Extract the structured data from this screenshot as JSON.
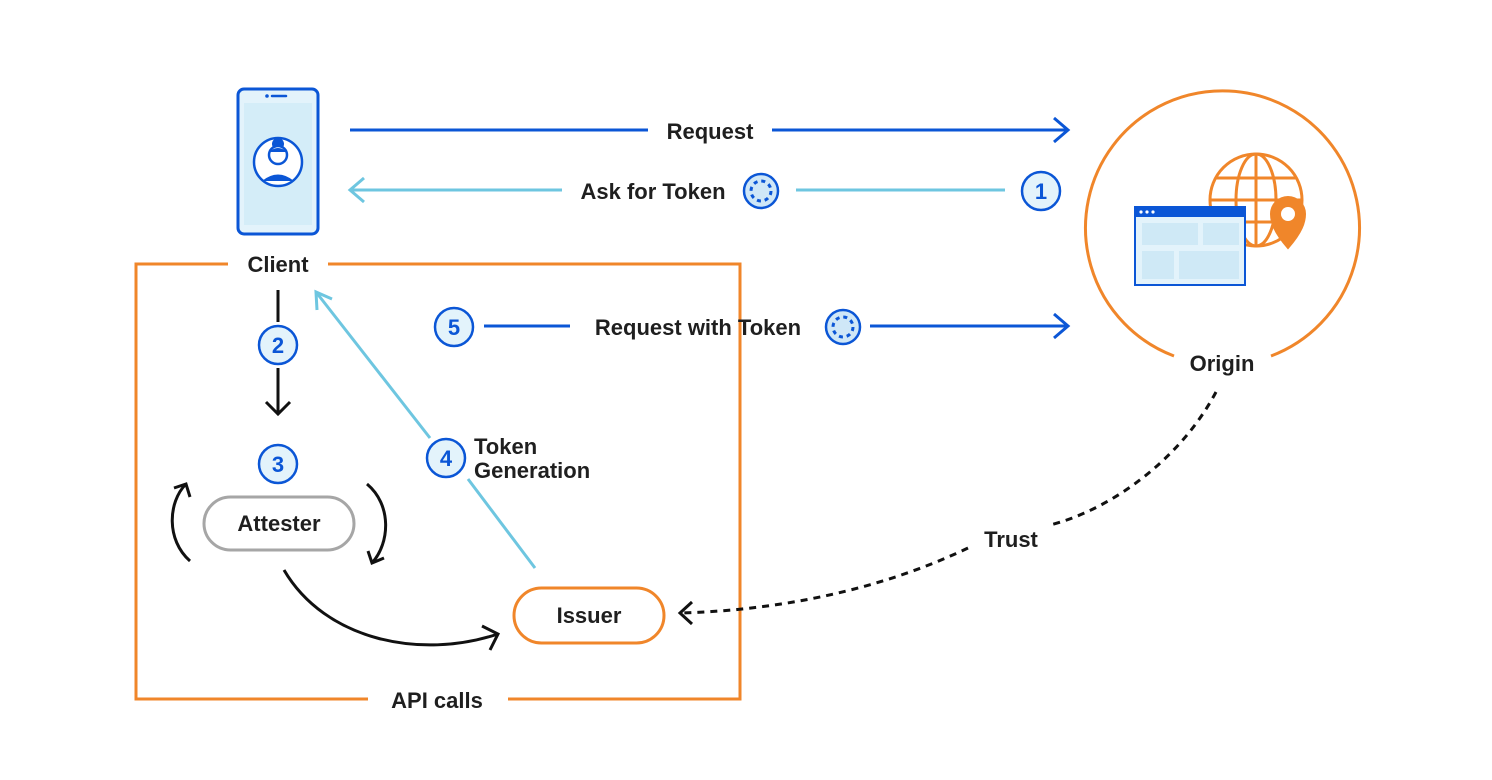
{
  "nodes": {
    "client": "Client",
    "origin": "Origin",
    "attester": "Attester",
    "issuer": "Issuer"
  },
  "edges": {
    "request": "Request",
    "ask_for_token": "Ask for Token",
    "request_with_token": "Request with Token",
    "token_generation_line1": "Token",
    "token_generation_line2": "Generation",
    "trust": "Trust",
    "api_calls": "API calls"
  },
  "steps": [
    "1",
    "2",
    "3",
    "4",
    "5"
  ],
  "colors": {
    "dark_blue": "#0b56d6",
    "light_blue": "#6ec6e0",
    "orange": "#f0862a",
    "gray": "#a6a6a6",
    "black": "#111111"
  },
  "icons": {
    "client": "mobile-phone-user-icon",
    "origin": "globe-browser-location-icon",
    "token": "token-icon"
  }
}
